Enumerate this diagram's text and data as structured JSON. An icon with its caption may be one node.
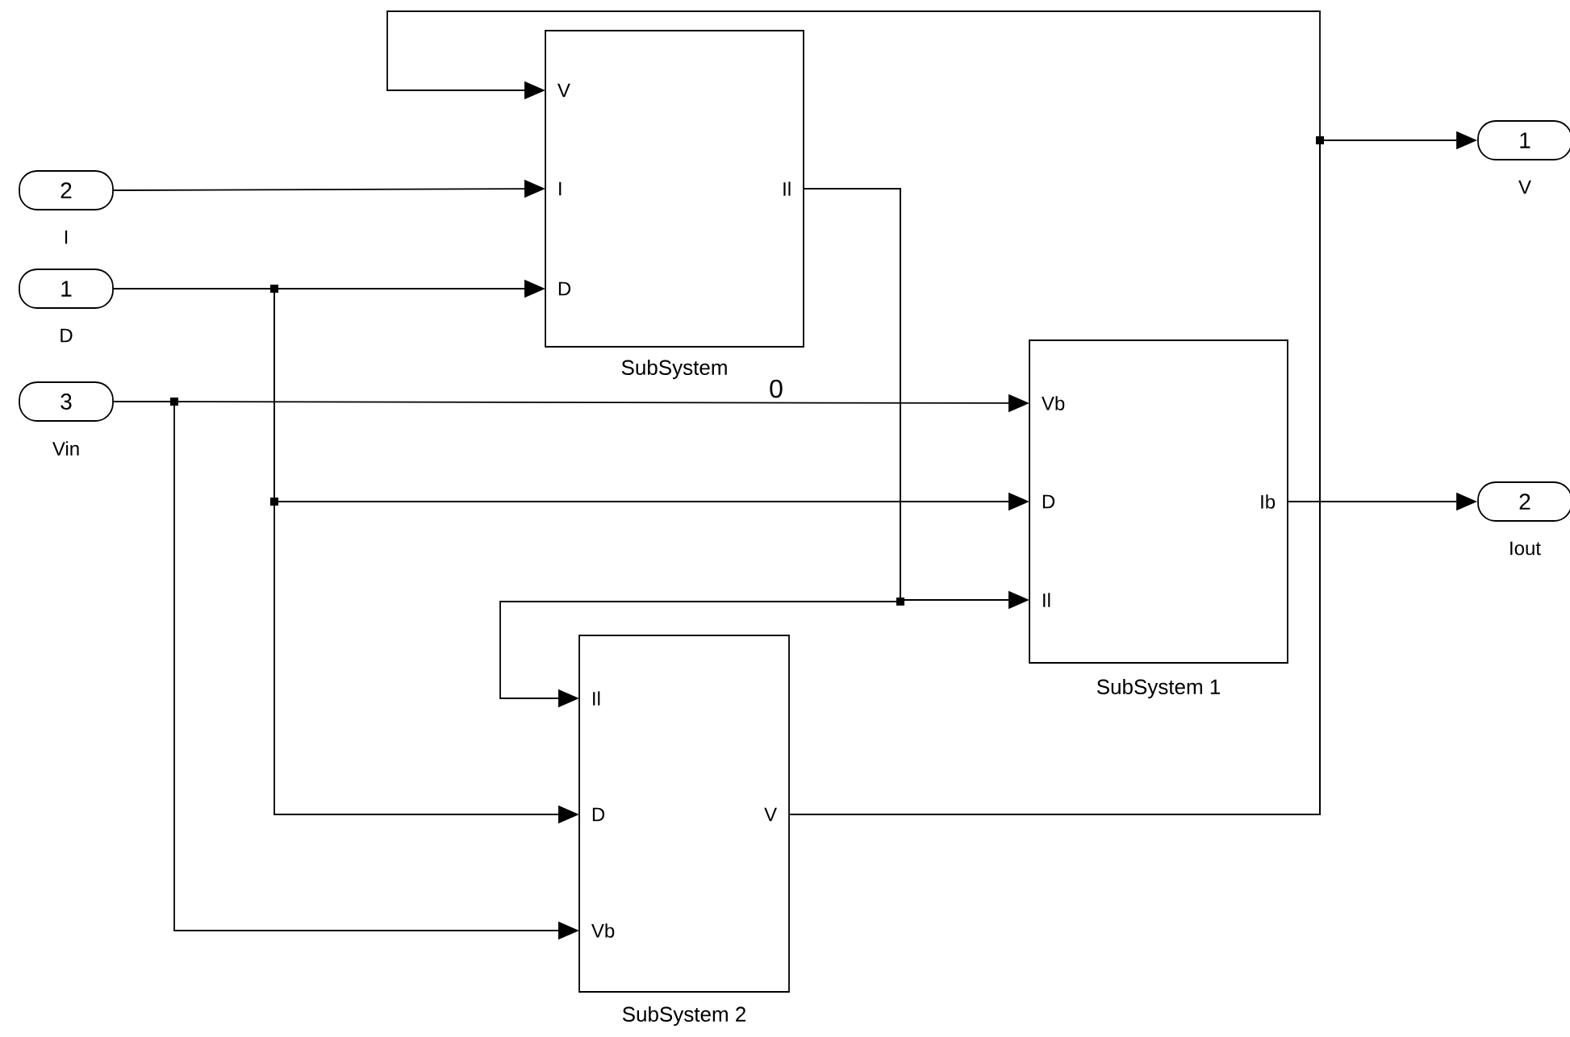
{
  "diagram": {
    "nodes": [
      {
        "text": [
          "2"
        ],
        "beside": [
          "I"
        ]
      },
      {
        "text": [
          "1"
        ],
        "beside": [
          "D"
        ]
      },
      {
        "text": [
          "3"
        ],
        "beside": [
          "Vin"
        ]
      },
      {
        "text": [
          "V",
          "I",
          "D",
          "Il"
        ],
        "beside": [
          "SubSystem"
        ]
      },
      {
        "text": [
          "Vb",
          "D",
          "Il",
          "Ib"
        ],
        "beside": [
          "SubSystem 1"
        ]
      },
      {
        "text": [
          "Il",
          "D",
          "Vb",
          "V"
        ],
        "beside": [
          "SubSystem 2"
        ]
      },
      {
        "text": [
          "1"
        ],
        "beside": [
          "V"
        ]
      },
      {
        "text": [
          "2"
        ],
        "beside": [
          "Iout"
        ]
      }
    ],
    "edges": [
      {
        "from": 0,
        "to": 3,
        "arrow": "to"
      },
      {
        "from": 1,
        "to": 3,
        "arrow": "to"
      },
      {
        "from": 1,
        "to": 4,
        "arrow": "to"
      },
      {
        "from": 1,
        "to": 5,
        "arrow": "to"
      },
      {
        "from": 2,
        "to": 4,
        "arrow": "to"
      },
      {
        "from": 2,
        "to": 5,
        "arrow": "to"
      },
      {
        "from": 3,
        "to": 4,
        "arrow": "to"
      },
      {
        "from": 3,
        "to": 5,
        "arrow": "to"
      },
      {
        "from": 5,
        "to": 6,
        "arrow": "to"
      },
      {
        "from": 5,
        "to": 3,
        "arrow": "to"
      },
      {
        "from": 4,
        "to": 7,
        "arrow": "to"
      }
    ],
    "labels": [
      "0"
    ]
  }
}
